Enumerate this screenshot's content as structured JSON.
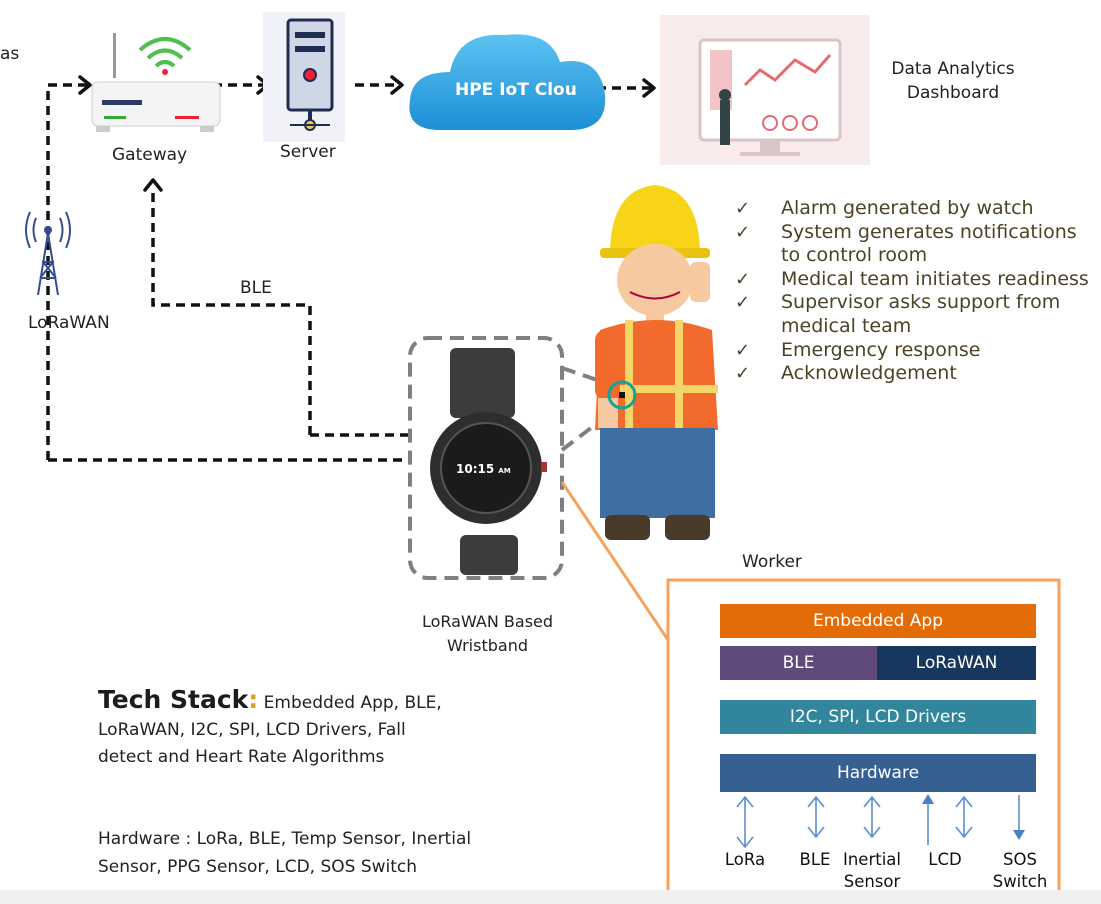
{
  "labels": {
    "as_fragment": "as",
    "gateway": "Gateway",
    "server": "Server",
    "cloud": "HPE IoT Clou",
    "dashboard_line1": "Data Analytics",
    "dashboard_line2": "Dashboard",
    "lorawan_tower": "LoRaWAN",
    "ble_link": "BLE",
    "wristband_line1": "LoRaWAN Based",
    "wristband_line2": "Wristband",
    "worker": "Worker",
    "watch_time": "10:15",
    "watch_ampm": "AM"
  },
  "checklist": {
    "items": [
      "Alarm generated by watch",
      "System generates notifications to control room",
      "Medical team initiates readiness",
      "Supervisor asks support from medical team",
      "Emergency response",
      "Acknowledgement"
    ]
  },
  "stack": {
    "embedded_app": "Embedded App",
    "ble": "BLE",
    "lorawan": "LoRaWAN",
    "drivers": "I2C, SPI, LCD Drivers",
    "hardware": "Hardware",
    "hw_items": [
      {
        "line1": "LoRa",
        "line2": ""
      },
      {
        "line1": "BLE",
        "line2": ""
      },
      {
        "line1": "Inertial",
        "line2": "Sensor"
      },
      {
        "line1": "LCD",
        "line2": ""
      },
      {
        "line1": "SOS",
        "line2": "Switch"
      }
    ]
  },
  "tech": {
    "title": "Tech Stack",
    "colon": ":",
    "line1": " Embedded App, BLE,",
    "line2": "LoRaWAN, I2C, SPI, LCD Drivers, Fall",
    "line3": "detect  and  Heart Rate Algorithms",
    "hw_line1": "Hardware : LoRa, BLE, Temp Sensor, Inertial",
    "hw_line2": "Sensor,  PPG Sensor, LCD, SOS Switch"
  },
  "colors": {
    "embedded_app": "#e36c09",
    "ble": "#604a7b",
    "lorawan": "#17375e",
    "drivers": "#31859c",
    "hardware": "#376092",
    "accent_orange": "#f4a25c",
    "cloud": "#2ea3e6"
  }
}
